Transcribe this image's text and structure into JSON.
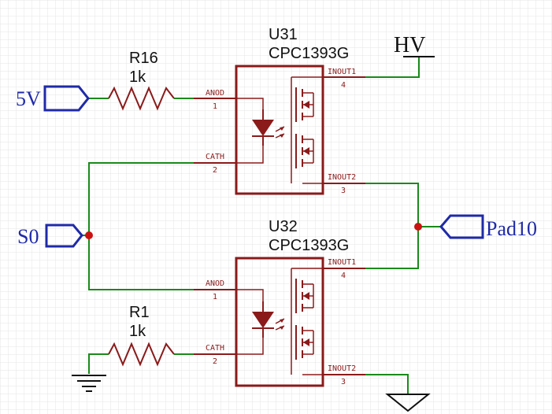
{
  "colors": {
    "wire": "#1a8a1a",
    "component": "#8b1a1a",
    "port": "#1f2aa8",
    "junction": "#cc1111",
    "grid": "#e4e4e4",
    "text": "#111111"
  },
  "power": {
    "hv_label": "HV"
  },
  "ports": {
    "v5": "5V",
    "s0": "S0",
    "pad10": "Pad10"
  },
  "resistors": {
    "r16": {
      "ref": "R16",
      "value": "1k"
    },
    "r1": {
      "ref": "R1",
      "value": "1k"
    }
  },
  "relays": {
    "u31": {
      "ref": "U31",
      "part": "CPC1393G",
      "pins": {
        "anod": "ANOD",
        "anod_num": "1",
        "cath": "CATH",
        "cath_num": "2",
        "inout1": "INOUT1",
        "inout1_num": "4",
        "inout2": "INOUT2",
        "inout2_num": "3"
      }
    },
    "u32": {
      "ref": "U32",
      "part": "CPC1393G",
      "pins": {
        "anod": "ANOD",
        "anod_num": "1",
        "cath": "CATH",
        "cath_num": "2",
        "inout1": "INOUT1",
        "inout1_num": "4",
        "inout2": "INOUT2",
        "inout2_num": "3"
      }
    }
  }
}
